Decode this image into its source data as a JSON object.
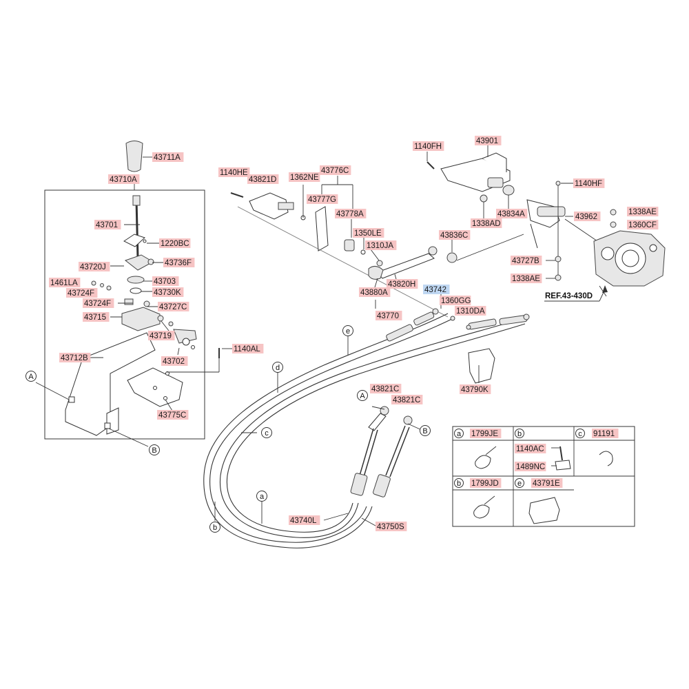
{
  "parts": {
    "p43711A": "43711A",
    "p43710A": "43710A",
    "p43701": "43701",
    "p1220BC": "1220BC",
    "p43720J": "43720J",
    "p43736F": "43736F",
    "p1461LA": "1461LA",
    "p43703": "43703",
    "p43724F_a": "43724F",
    "p43730K": "43730K",
    "p43724F_b": "43724F",
    "p43727C_a": "43727C",
    "p43715": "43715",
    "p43719": "43719",
    "p43712B": "43712B",
    "p43702": "43702",
    "p1140AL": "1140AL",
    "p43775C": "43775C",
    "p1140HE": "1140HE",
    "p43821D": "43821D",
    "p1362NE": "1362NE",
    "p43776C": "43776C",
    "p43777G": "43777G",
    "p43778A": "43778A",
    "p1350LE": "1350LE",
    "p1310JA": "1310JA",
    "p43836C": "43836C",
    "p43820H": "43820H",
    "p43880A": "43880A",
    "p43770": "43770",
    "p43742": "43742",
    "p1360GG": "1360GG",
    "p1310DA": "1310DA",
    "p43790K": "43790K",
    "p1140FH": "1140FH",
    "p43901": "43901",
    "p1338AD": "1338AD",
    "p43834A": "43834A",
    "p1140HF": "1140HF",
    "p43962": "43962",
    "p1338AE_a": "1338AE",
    "p1360CF": "1360CF",
    "p43727B": "43727B",
    "p1338AE_b": "1338AE",
    "p43821C_a": "43821C",
    "p43821C_b": "43821C",
    "p43740L": "43740L",
    "p43750S": "43750S"
  },
  "reference": "REF.43-430D",
  "callouts": {
    "A1": "A",
    "B1": "B",
    "A2": "A",
    "B2": "B",
    "d": "d",
    "e": "e",
    "c": "c",
    "a": "a",
    "b": "b"
  },
  "legend": {
    "cells": [
      {
        "letter": "a",
        "parts": [
          "1799JE"
        ]
      },
      {
        "letter": "b",
        "parts": [
          "1140AC",
          "1489NC"
        ]
      },
      {
        "letter": "c",
        "parts": [
          "91191"
        ]
      },
      {
        "letter": "b",
        "parts": [
          "1799JD"
        ]
      },
      {
        "letter": "e",
        "parts": [
          "43791E"
        ]
      }
    ]
  },
  "colors": {
    "label_highlight": "#f6c4c4",
    "selected_highlight": "#bfd7f2",
    "line": "#333333"
  }
}
